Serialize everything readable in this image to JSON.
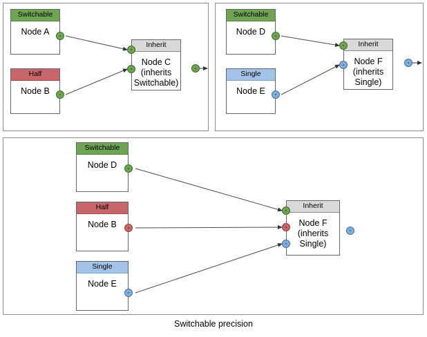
{
  "caption": "Switchable precision",
  "colors": {
    "switchable": "#6FA453",
    "half": "#C8676B",
    "single": "#A3C4E8",
    "inherit": "#D9D9D9",
    "port_green": "#6FA453",
    "port_red": "#C8676B",
    "port_blue": "#7FAEDC",
    "panel_border": "#8c8c8c",
    "node_border": "#666666",
    "edge": "#4d4d4d",
    "background": "#ffffff"
  },
  "panels": [
    {
      "id": "panel-top-left",
      "name": "inherit-switchable-example",
      "nodes": [
        {
          "id": "a",
          "header": "Switchable",
          "header_style": "green",
          "label": "Node A"
        },
        {
          "id": "b",
          "header": "Half",
          "header_style": "red",
          "label": "Node B"
        },
        {
          "id": "c",
          "header": "Inherit",
          "header_style": "gray",
          "label": "Node C\n(inherits\nSwitchable)"
        }
      ],
      "ports": [
        {
          "node": "a",
          "side": "out",
          "color": "green"
        },
        {
          "node": "b",
          "side": "out",
          "color": "green"
        },
        {
          "node": "c",
          "side": "in",
          "color": "green",
          "index": 0
        },
        {
          "node": "c",
          "side": "in",
          "color": "green",
          "index": 1
        },
        {
          "node": "c",
          "side": "out",
          "color": "green"
        }
      ],
      "edges": [
        {
          "from": "a",
          "to": "c",
          "to_port": 0
        },
        {
          "from": "b",
          "to": "c",
          "to_port": 1
        },
        {
          "from": "c",
          "to": "terminal"
        }
      ]
    },
    {
      "id": "panel-top-right",
      "name": "inherit-single-example",
      "nodes": [
        {
          "id": "d",
          "header": "Switchable",
          "header_style": "green",
          "label": "Node D"
        },
        {
          "id": "e",
          "header": "Single",
          "header_style": "blue",
          "label": "Node E"
        },
        {
          "id": "f",
          "header": "Inherit",
          "header_style": "gray",
          "label": "Node F\n(inherits\nSingle)"
        }
      ],
      "ports": [
        {
          "node": "d",
          "side": "out",
          "color": "green"
        },
        {
          "node": "e",
          "side": "out",
          "color": "blue"
        },
        {
          "node": "f",
          "side": "in",
          "color": "green",
          "index": 0
        },
        {
          "node": "f",
          "side": "in",
          "color": "blue",
          "index": 1
        },
        {
          "node": "f",
          "side": "out",
          "color": "blue"
        }
      ],
      "edges": [
        {
          "from": "d",
          "to": "f",
          "to_port": 0
        },
        {
          "from": "e",
          "to": "f",
          "to_port": 1
        },
        {
          "from": "f",
          "to": "terminal"
        }
      ]
    },
    {
      "id": "panel-bottom",
      "name": "mixed-precision-example",
      "nodes": [
        {
          "id": "d2",
          "header": "Switchable",
          "header_style": "green",
          "label": "Node D"
        },
        {
          "id": "b2",
          "header": "Half",
          "header_style": "red",
          "label": "Node B"
        },
        {
          "id": "e2",
          "header": "Single",
          "header_style": "blue",
          "label": "Node E"
        },
        {
          "id": "f2",
          "header": "Inherit",
          "header_style": "gray",
          "label": "Node F\n(inherits\nSingle)"
        }
      ],
      "ports": [
        {
          "node": "d2",
          "side": "out",
          "color": "green"
        },
        {
          "node": "b2",
          "side": "out",
          "color": "red"
        },
        {
          "node": "e2",
          "side": "out",
          "color": "blue"
        },
        {
          "node": "f2",
          "side": "in",
          "color": "green",
          "index": 0
        },
        {
          "node": "f2",
          "side": "in",
          "color": "red",
          "index": 1
        },
        {
          "node": "f2",
          "side": "in",
          "color": "blue",
          "index": 2
        },
        {
          "node": "f2",
          "side": "out",
          "color": "blue"
        }
      ],
      "edges": [
        {
          "from": "d2",
          "to": "f2",
          "to_port": 0
        },
        {
          "from": "b2",
          "to": "f2",
          "to_port": 1
        },
        {
          "from": "e2",
          "to": "f2",
          "to_port": 2
        }
      ]
    }
  ]
}
